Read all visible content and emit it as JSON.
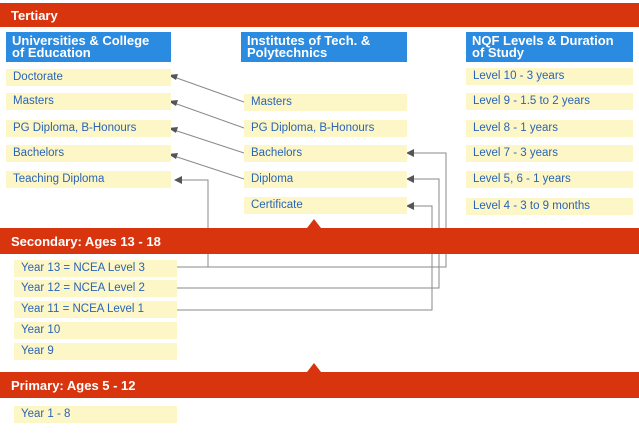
{
  "bands": {
    "tertiary": "Tertiary",
    "secondary": "Secondary: Ages 13 - 18",
    "primary": "Primary: Ages 5 - 12"
  },
  "columns": {
    "universities": "Universities & College\nof Education",
    "institutes": "Institutes of Tech. &\nPolytechnics",
    "nqf": "NQF Levels & Duration\nof Study"
  },
  "universities": [
    "Doctorate",
    "Masters",
    "PG Diploma, B-Honours",
    "Bachelors",
    "Teaching Diploma"
  ],
  "institutes": [
    "Masters",
    "PG Diploma, B-Honours",
    "Bachelors",
    "Diploma",
    "Certificate"
  ],
  "nqf_levels": [
    "Level 10 - 3 years",
    "Level 9 - 1.5 to 2 years",
    "Level 8 - 1 years",
    "Level 7 - 3 years",
    "Level 5, 6 - 1 years",
    "Level 4 - 3 to 9 months"
  ],
  "secondary": [
    "Year 13 = NCEA Level 3",
    "Year 12 = NCEA Level 2",
    "Year 11 = NCEA Level 1",
    "Year 10",
    "Year 9"
  ],
  "primary": [
    "Year 1 - 8"
  ],
  "colors": {
    "band": "#d8350e",
    "column_header": "#2a8be0",
    "box_fill": "#fdf6c6",
    "box_text": "#2a64b8",
    "connector": "#8a8a8a"
  }
}
